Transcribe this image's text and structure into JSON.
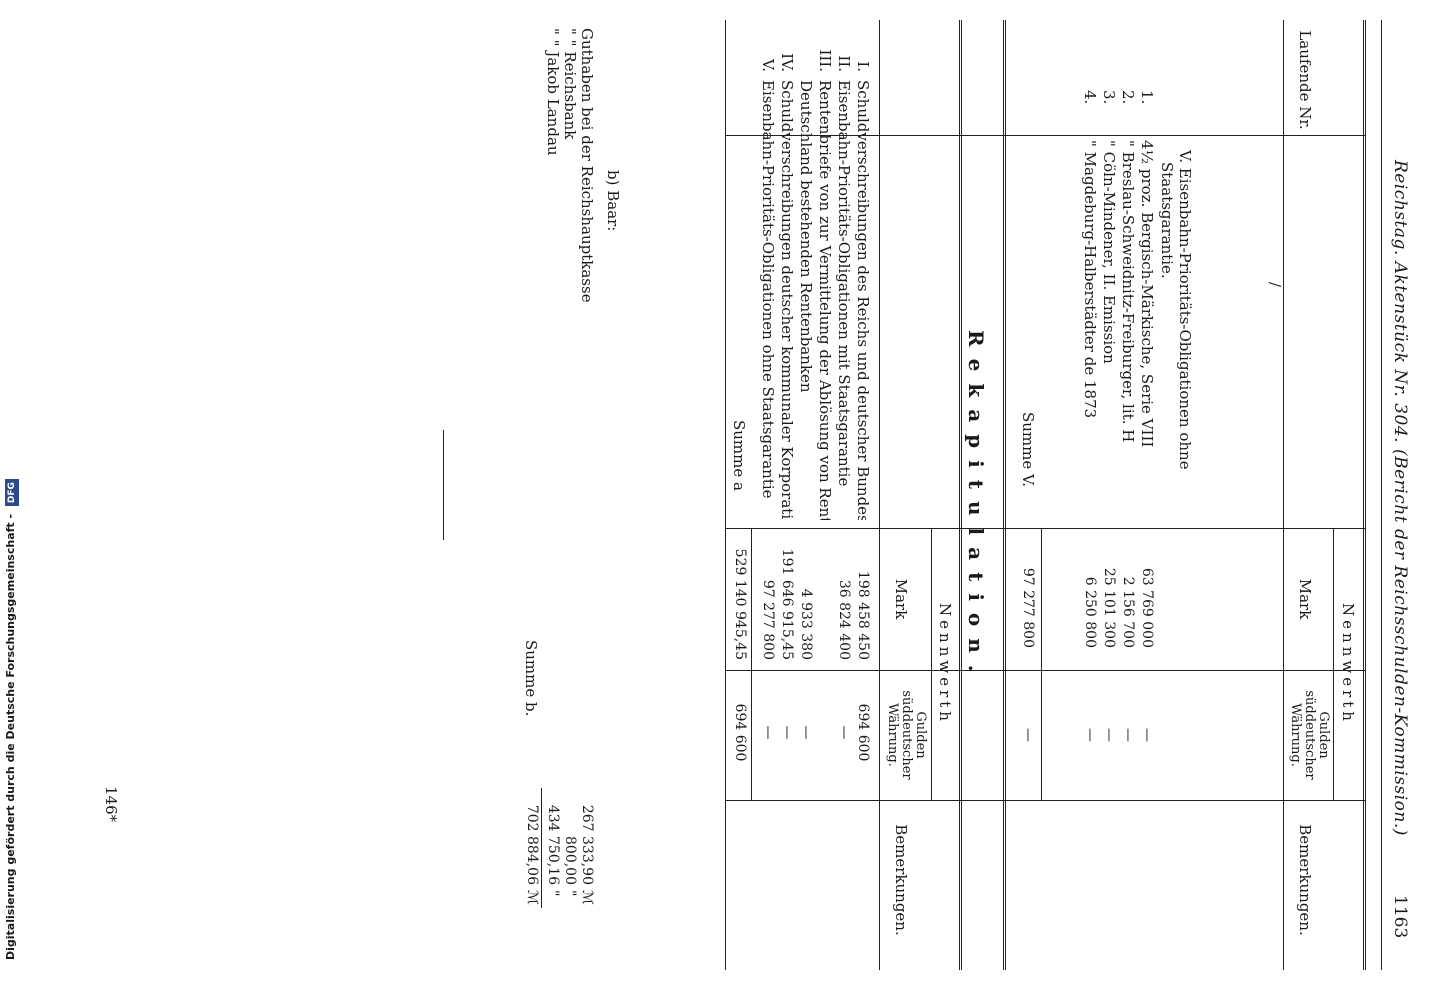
{
  "header": {
    "left": "Reichstag. Aktenstück Nr. 304. (Bericht der Reichsschulden-Kommission.)",
    "page_no": "1163"
  },
  "table1": {
    "col_lfd": "Laufende Nr.",
    "col_nennwerth": "Nennwerth",
    "col_mark": "Mark",
    "col_gulden": "Gulden süddeutscher Währung.",
    "col_bem": "Bemerkungen.",
    "stray_mark": "/",
    "section_title": "V. Eisenbahn-Prioritäts-Obligationen ohne Staatsgarantie.",
    "rows": [
      {
        "no": "1.",
        "desc": "4½ proz. Bergisch-Märkische, Serie VIII",
        "mark": "63 769 000",
        "gulden": "—"
      },
      {
        "no": "2.",
        "desc": "\" Breslau-Schweidnitz-Freiburger, lit. H",
        "mark": "2 156 700",
        "gulden": "—"
      },
      {
        "no": "3.",
        "desc": "\" Cöln-Mindener, II. Emission",
        "mark": "25 101 300",
        "gulden": "—"
      },
      {
        "no": "4.",
        "desc": "\" Magdeburg-Halberstädter de 1873",
        "mark": "6 250 800",
        "gulden": "—"
      }
    ],
    "sum_label": "Summe V.",
    "sum_mark": "97 277 800",
    "sum_gulden": "—"
  },
  "recap": {
    "title": "Rekapitulation.",
    "col_nennwerth": "Nennwerth",
    "col_mark": "Mark",
    "col_gulden": "Gulden süddeutscher Währung.",
    "col_bem": "Bemerkungen.",
    "rows": [
      {
        "no": "I.",
        "desc": "Schuldverschreibungen des Reichs und deutscher Bundesstaaten",
        "mark": "198 458 450",
        "gulden": "694 600"
      },
      {
        "no": "II.",
        "desc": "Eisenbahn-Prioritäts-Obligationen mit Staatsgarantie",
        "mark": "36 824 400",
        "gulden": "—"
      },
      {
        "no": "III.",
        "desc": "Rentenbriefe von zur Vermittelung der Ablösung von Renten in",
        "desc2": "Deutschland bestehenden Rentenbanken",
        "mark": "4 933 380",
        "gulden": "—"
      },
      {
        "no": "IV.",
        "desc": "Schuldverschreibungen deutscher kommunaler Korporationen",
        "mark": "191 646 915,45",
        "gulden": "—"
      },
      {
        "no": "V.",
        "desc": "Eisenbahn-Prioritäts-Obligationen ohne Staatsgarantie",
        "mark": "97 277 800",
        "gulden": "—"
      }
    ],
    "sum_a_label": "Summe a",
    "sum_a_mark": "529 140 945,45",
    "sum_a_gulden": "694 600"
  },
  "baar": {
    "title": "b) Baar:",
    "rows": [
      {
        "desc": "Guthaben bei der Reichshauptkasse",
        "value": "267 333,90",
        "unit": "ℳ"
      },
      {
        "desc": "\" \" Reichsbank",
        "value": "800,00",
        "unit": "\""
      },
      {
        "desc": "\" \" Jakob Landau",
        "value": "434 750,16",
        "unit": "\""
      }
    ],
    "sum_label": "Summe b.",
    "sum_value": "702 884,06",
    "sum_unit": "ℳ"
  },
  "footer": {
    "page_mark": "146*"
  },
  "sidebar": {
    "text": "Digitalisierung gefördert durch die Deutsche Forschungsgemeinschaft -",
    "badge": "DFG"
  }
}
